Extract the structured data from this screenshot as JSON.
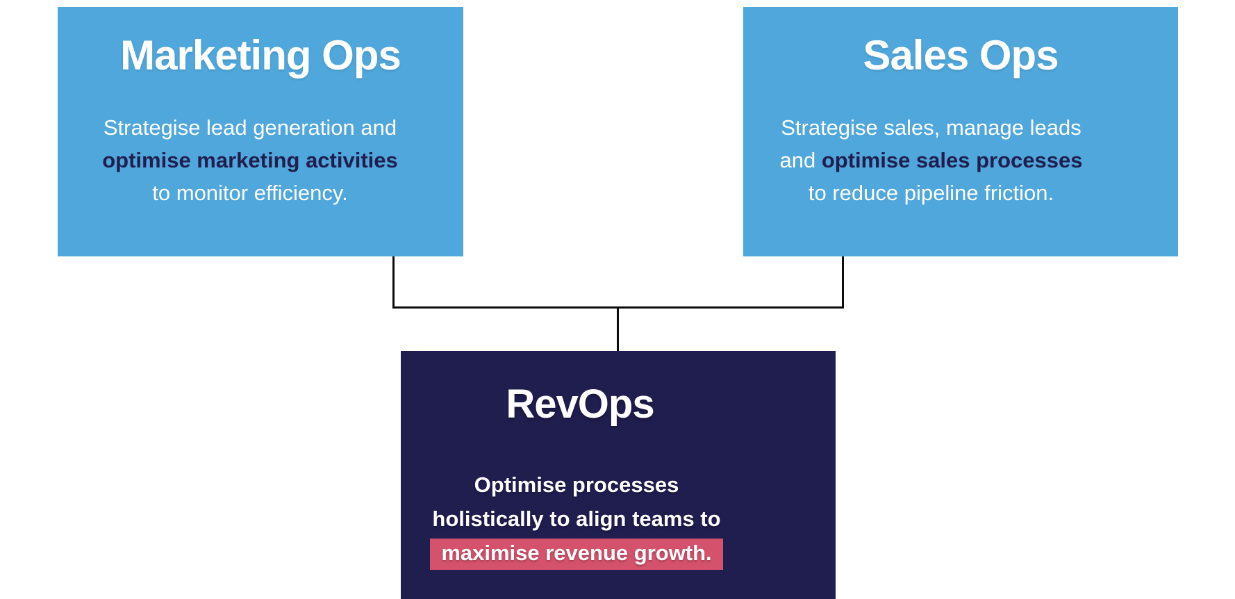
{
  "colors": {
    "blue": "#4FA7DB",
    "navy": "#201E4F",
    "pink": "#D5526C",
    "white": "#FFFFFF",
    "line": "#0D0D0D",
    "bg": "#FFFFFF"
  },
  "marketing": {
    "title": "Marketing Ops",
    "body_line1": "Strategise lead generation and",
    "body_line2_bold": "optimise marketing activities",
    "body_line3": "to monitor efficiency."
  },
  "sales": {
    "title": "Sales Ops",
    "body_line1": "Strategise sales, manage leads",
    "body_line2_pre": "and ",
    "body_line2_bold": "optimise sales processes",
    "body_line3": "to reduce pipeline friction."
  },
  "revops": {
    "title": "RevOps",
    "body_line1": "Optimise processes",
    "body_line2": "holistically to align teams to",
    "body_line3_highlight": "maximise revenue growth."
  }
}
